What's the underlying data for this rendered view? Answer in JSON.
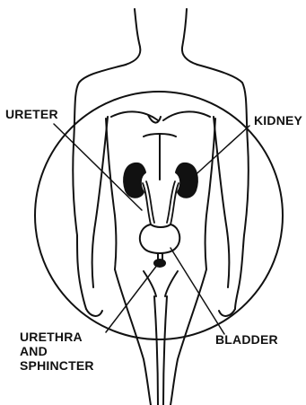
{
  "labels": {
    "ureter": "URETER",
    "kidney": "KIDNEY",
    "urethra_line1": "URETHRA",
    "urethra_line2": "AND",
    "urethra_line3": "SPHINCTER",
    "bladder": "BLADDER"
  },
  "colors": {
    "ink": "#111111",
    "background": "#ffffff"
  }
}
